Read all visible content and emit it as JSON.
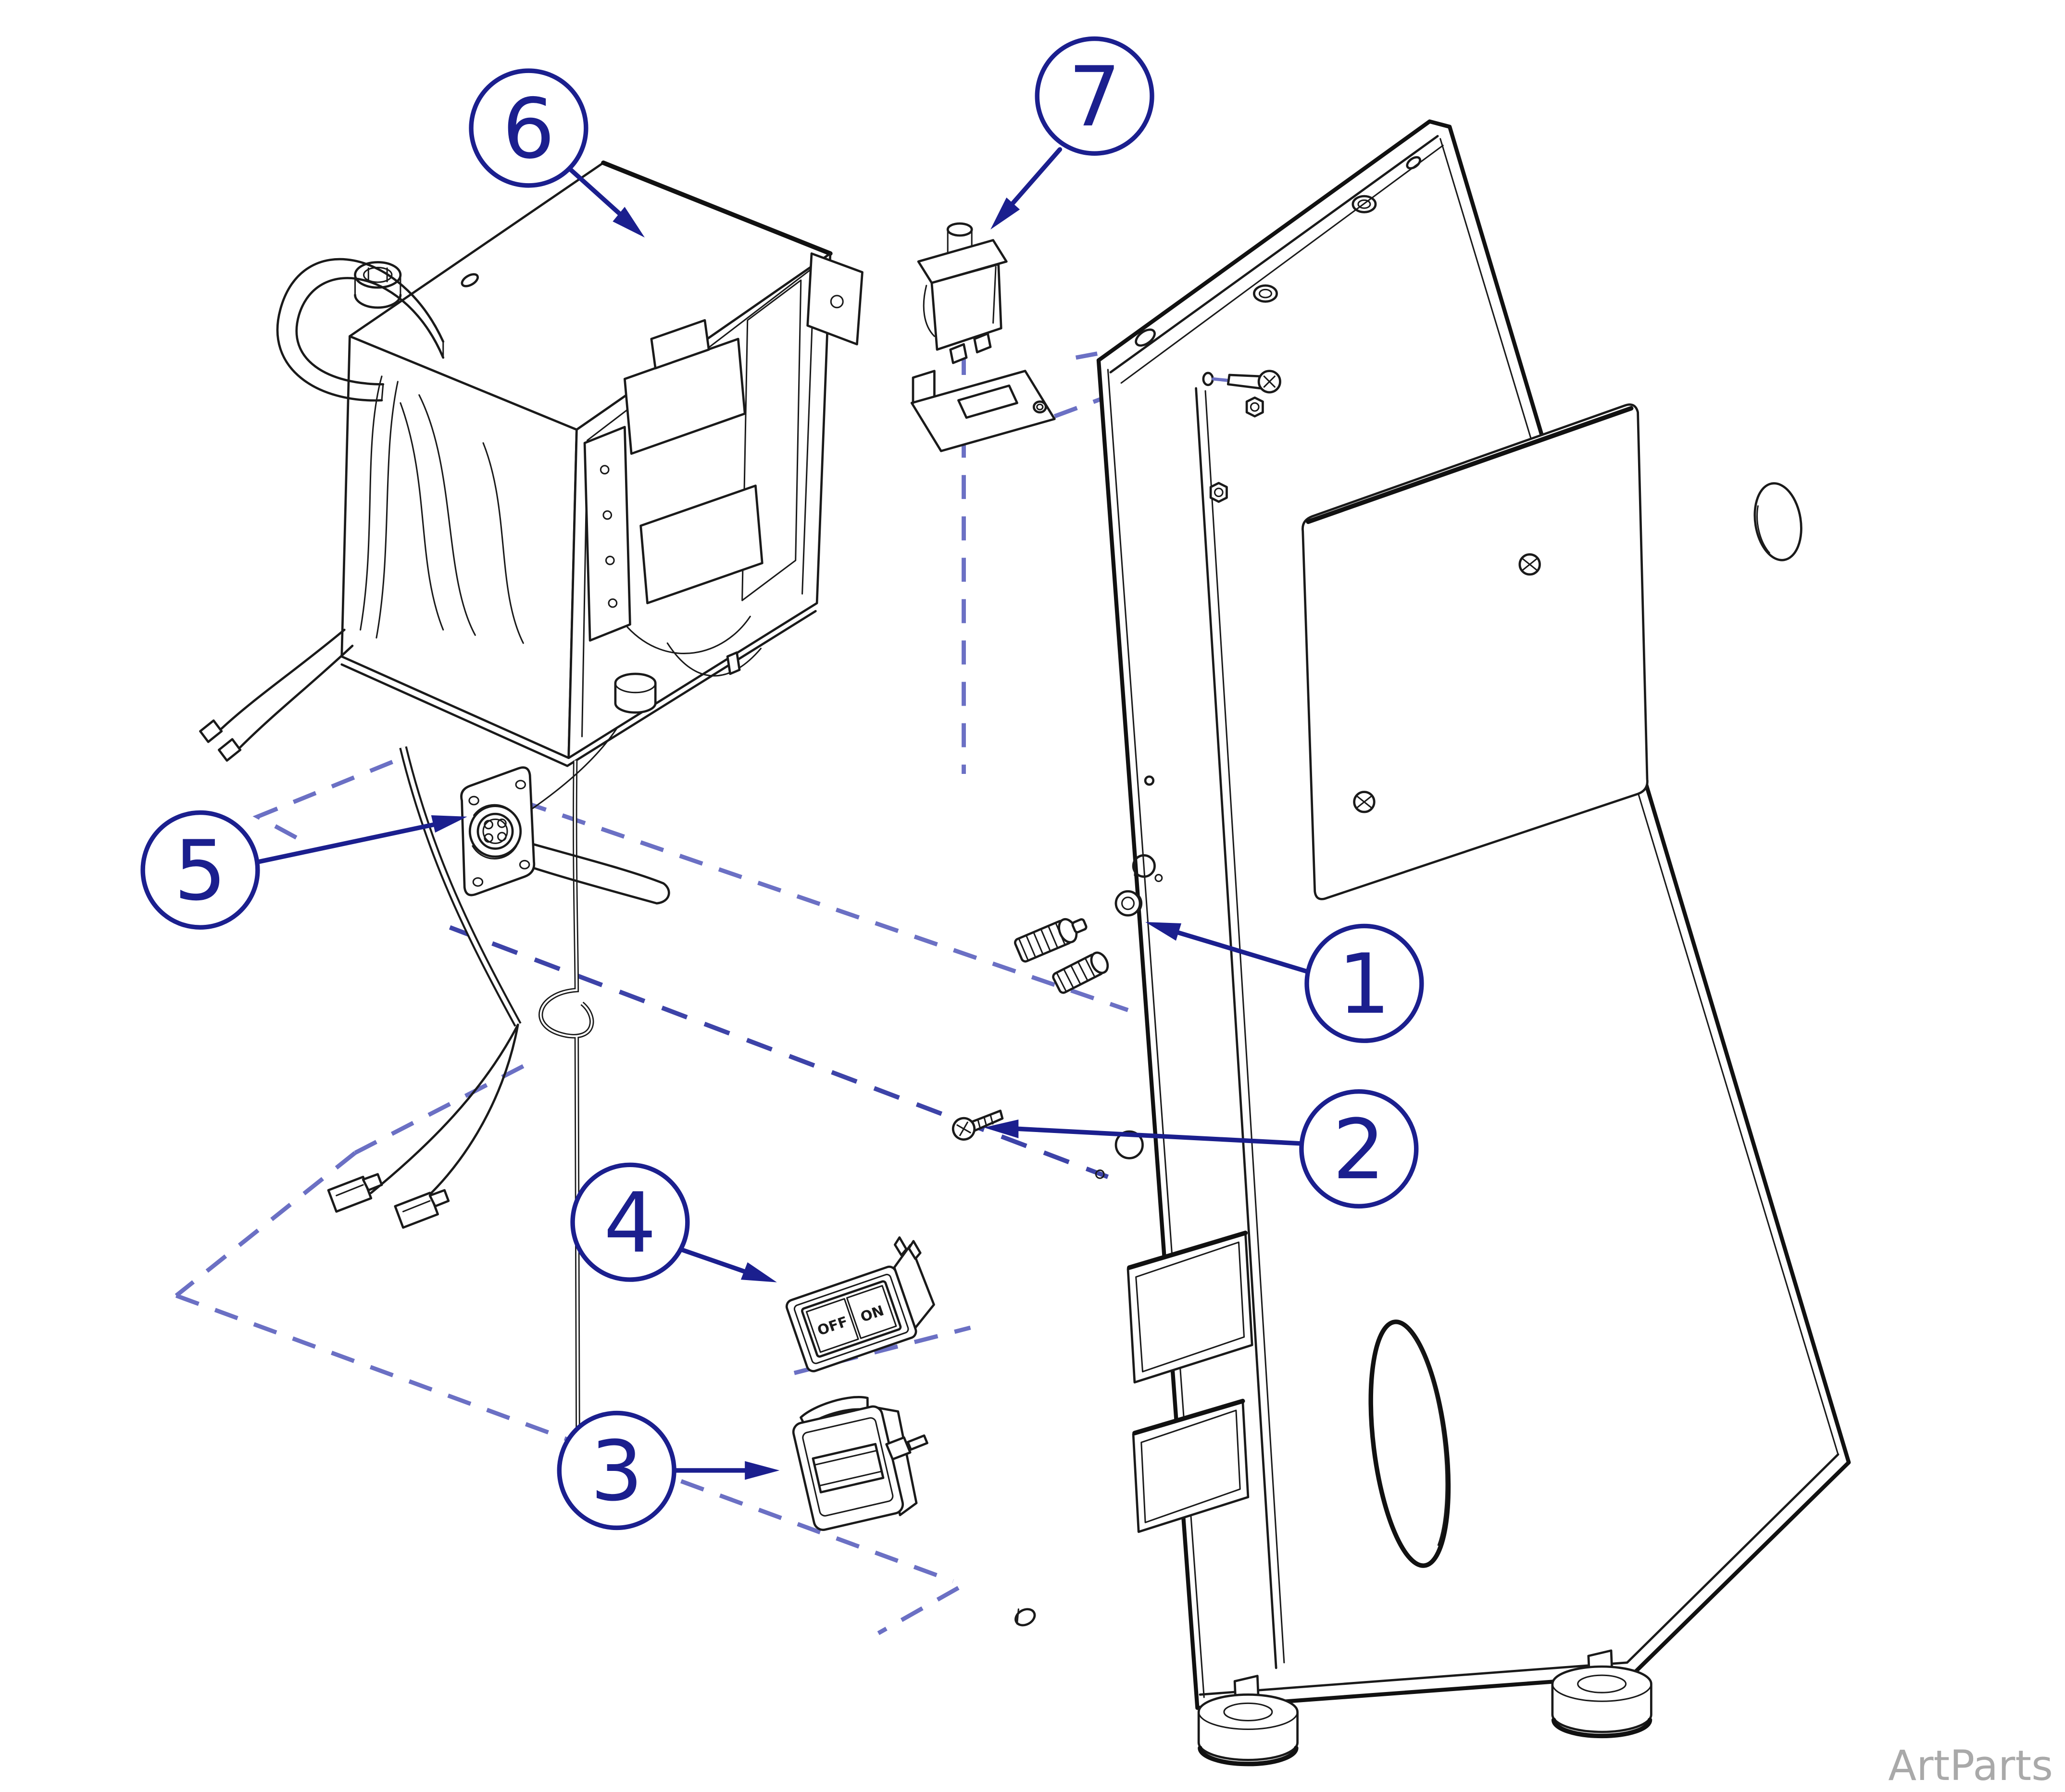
{
  "diagram": {
    "watermark": "ArtParts",
    "colors": {
      "line": "#1a1a1a",
      "callout_blue": "#1b1f8e",
      "dashed_guide": "#6b70c4",
      "watermark_gray": "#a9a9a9",
      "background": "#ffffff"
    },
    "callouts": [
      {
        "number": "1",
        "part": "panel-grommet-and-thumb-knobs"
      },
      {
        "number": "2",
        "part": "mounting-screw"
      },
      {
        "number": "3",
        "part": "hour-meter"
      },
      {
        "number": "4",
        "part": "rocker-switch"
      },
      {
        "number": "5",
        "part": "power-connector"
      },
      {
        "number": "6",
        "part": "control-module-assembly"
      },
      {
        "number": "7",
        "part": "interlock-plunger-switch"
      }
    ],
    "rocker_switch": {
      "off": "OFF",
      "on": "ON"
    }
  }
}
